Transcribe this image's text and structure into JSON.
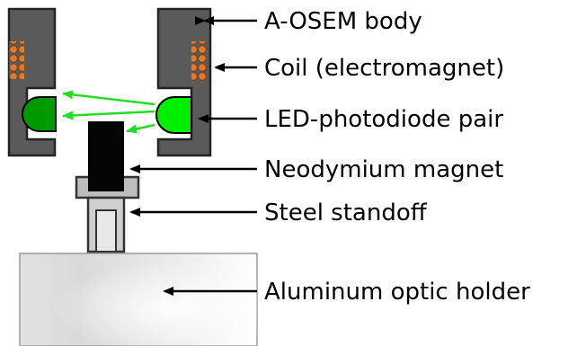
{
  "diagram": {
    "labels": {
      "body": "A-OSEM body",
      "coil": "Coil (electromagnet)",
      "led": "LED-photodiode pair",
      "magnet": "Neodymium magnet",
      "standoff": "Steel standoff",
      "holder": "Aluminum optic holder"
    },
    "colors": {
      "osem_body": "#5a5a5a",
      "coil": "#e07a2e",
      "led": "#00ee00",
      "photodiode": "#009900",
      "beam": "#22dd22",
      "magnet": "#050505",
      "standoff": "#bdbdbd",
      "holder": "#e3e3e3"
    }
  }
}
